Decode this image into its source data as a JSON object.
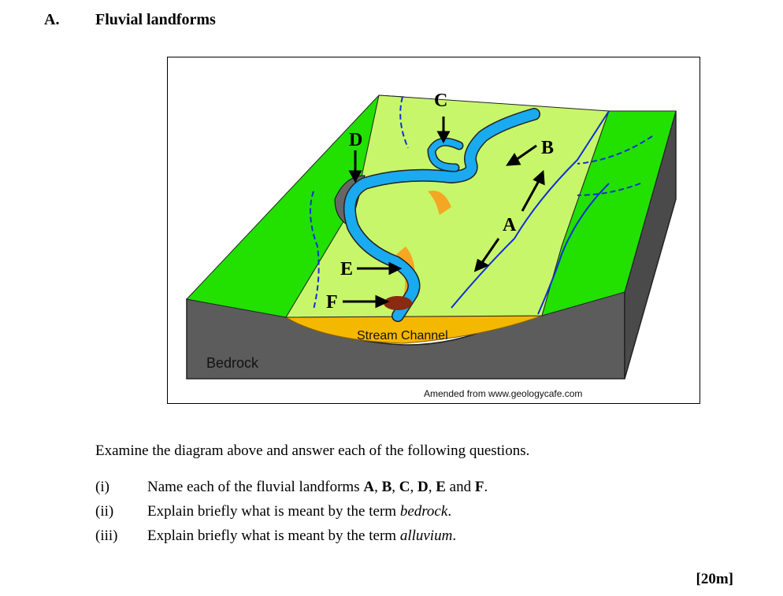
{
  "header": {
    "section_letter": "A.",
    "section_title": "Fluvial landforms"
  },
  "figure": {
    "labels": {
      "A": "A",
      "B": "B",
      "C": "C",
      "D": "D",
      "E": "E",
      "F": "F"
    },
    "stream_channel_label": "Stream Channel",
    "bedrock_label": "Bedrock",
    "source_credit": "Amended from www.geologycafe.com",
    "colors": {
      "hillslope": "#22e000",
      "floodplain": "#c8f66a",
      "river": "#19aaf0",
      "sediment": "#f5a623",
      "bedrock": "#5c5c5c",
      "stream": "#1030d8"
    }
  },
  "instruction": "Examine the diagram above and answer each of the following questions.",
  "questions": [
    {
      "number": "(i)",
      "prefix": "Name each of the fluvial landforms ",
      "terms": [
        "A",
        "B",
        "C",
        "D",
        "E",
        "F"
      ]
    },
    {
      "number": "(ii)",
      "prefix": "Explain briefly what is meant by the term ",
      "term": "bedrock",
      "suffix": "."
    },
    {
      "number": "(iii)",
      "prefix": "Explain briefly what is meant by the term ",
      "term": "alluvium",
      "suffix": "."
    }
  ],
  "marks": "[20m]"
}
